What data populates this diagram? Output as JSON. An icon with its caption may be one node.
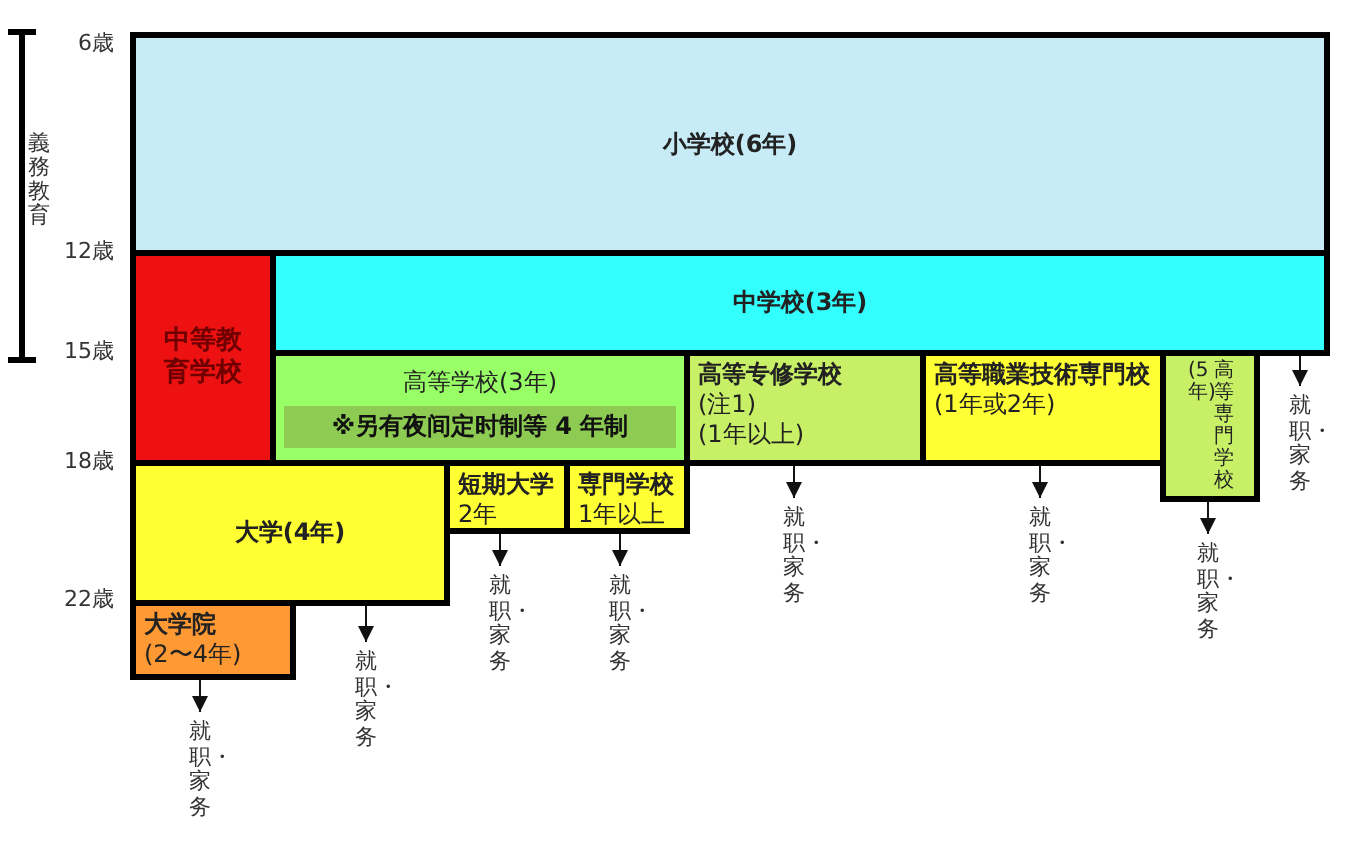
{
  "diagram": {
    "nodes": [
      {
        "text": [
          "小学校(6年)"
        ]
      },
      {
        "text": [
          "中等教育学校"
        ]
      },
      {
        "text": [
          "中学校(3年)"
        ]
      },
      {
        "text": [
          "高等学校(3年)",
          "※另有夜间定时制等 4 年制"
        ]
      },
      {
        "text": [
          "高等专修学校",
          "(注1)",
          "(1年以上)"
        ]
      },
      {
        "text": [
          "高等職業技術専門校",
          "(1年或2年)"
        ]
      },
      {
        "text": [
          "(5年)",
          "高等専門学校"
        ]
      },
      {
        "text": [
          "大学(4年)"
        ]
      },
      {
        "text": [
          "短期大学",
          "2年"
        ]
      },
      {
        "text": [
          "専門学校",
          "1年以上"
        ]
      },
      {
        "text": [
          "大学院",
          "(2〜4年)"
        ]
      },
      {
        "text": [
          "就职・家务"
        ]
      },
      {
        "text": [
          "就职・家务"
        ]
      },
      {
        "text": [
          "就职・家务"
        ]
      },
      {
        "text": [
          "就职・家务"
        ]
      },
      {
        "text": [
          "就职・家务"
        ]
      },
      {
        "text": [
          "就职・家务"
        ]
      },
      {
        "text": [
          "就职・家务"
        ]
      },
      {
        "text": [
          "就职・家务"
        ]
      }
    ],
    "edges": [
      {
        "from": 10,
        "to": 11,
        "arrow": "to"
      },
      {
        "from": 7,
        "to": 12,
        "arrow": "to"
      },
      {
        "from": 8,
        "to": 13,
        "arrow": "to"
      },
      {
        "from": 9,
        "to": 14,
        "arrow": "to"
      },
      {
        "from": 4,
        "to": 15,
        "arrow": "to"
      },
      {
        "from": 5,
        "to": 16,
        "arrow": "to"
      },
      {
        "from": 6,
        "to": 17,
        "arrow": "to"
      },
      {
        "from": 2,
        "to": 18,
        "arrow": "to"
      }
    ],
    "labels": [
      "6歳",
      "義務教育",
      "12歳",
      "15歳",
      "18歳",
      "22歳"
    ]
  }
}
